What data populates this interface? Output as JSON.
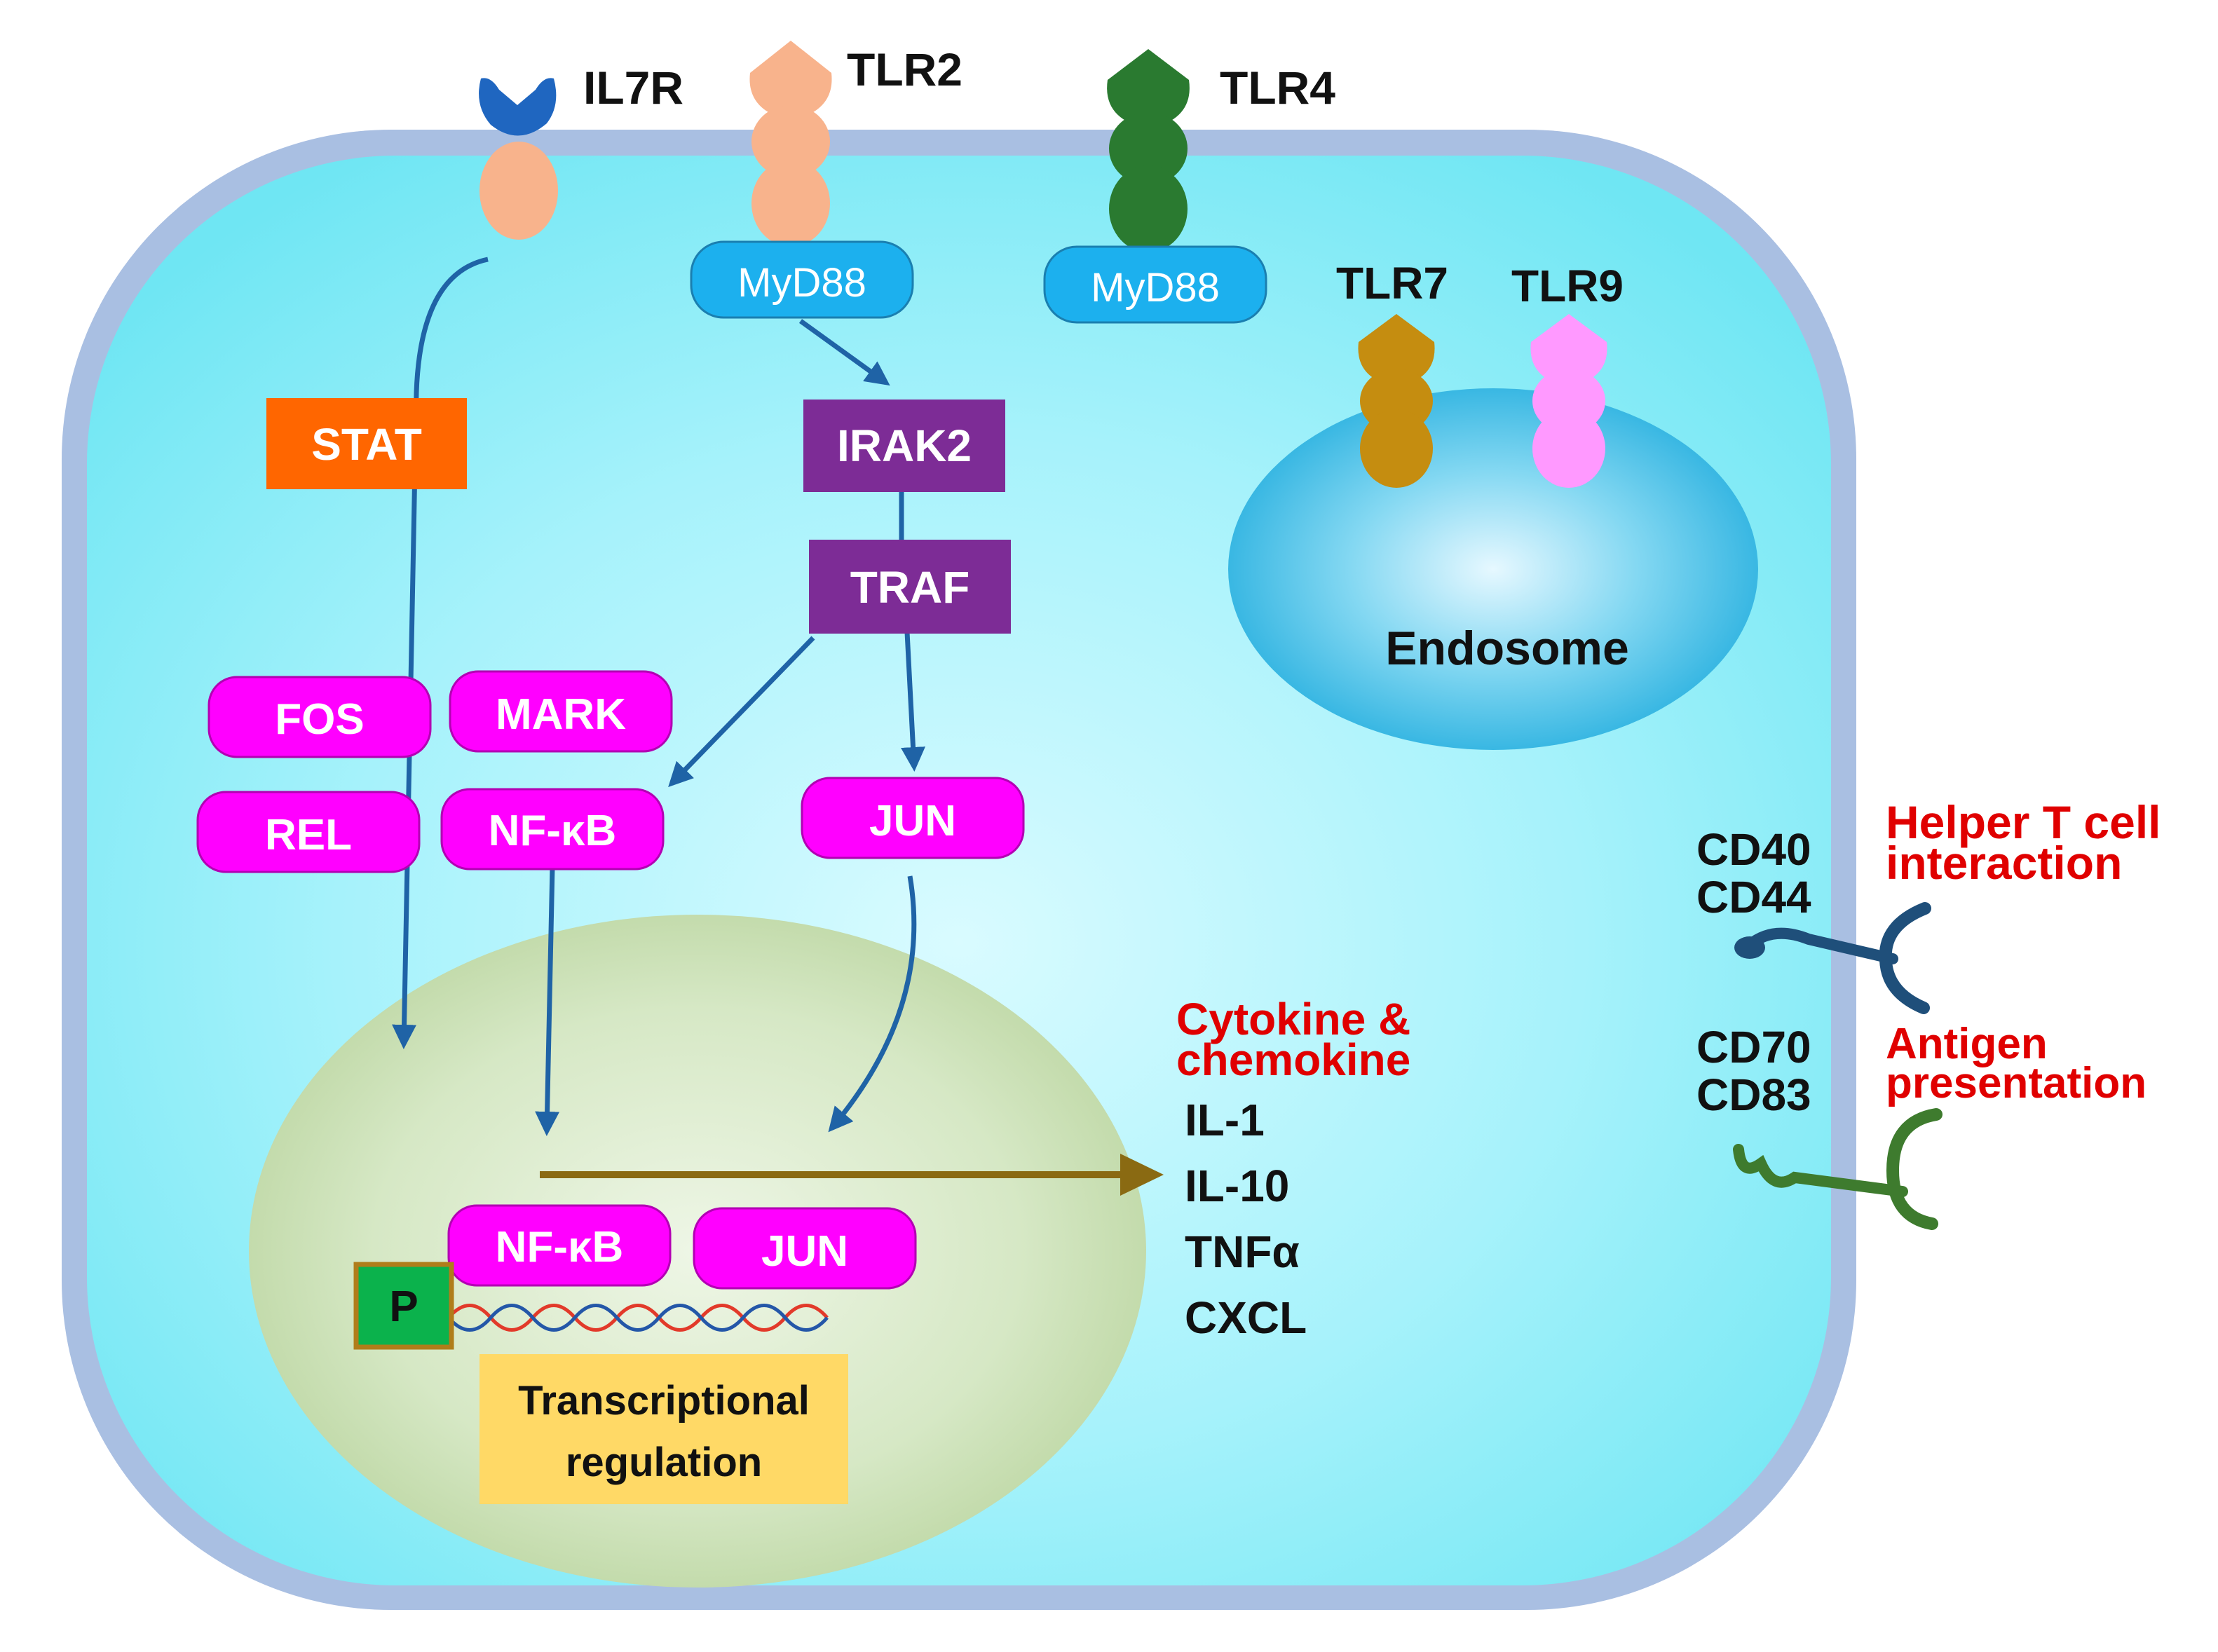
{
  "receptors": {
    "il7r": "IL7R",
    "tlr2": "TLR2",
    "tlr4": "TLR4",
    "tlr7": "TLR7",
    "tlr9": "TLR9"
  },
  "adaptors": {
    "myd88_left": "MyD88",
    "myd88_right": "MyD88"
  },
  "signaling": {
    "stat": "STAT",
    "irak2": "IRAK2",
    "traf": "TRAF",
    "fos": "FOS",
    "mark": "MARK",
    "rel": "REL",
    "nfkb": "NF-κB",
    "jun": "JUN"
  },
  "organelle": {
    "endosome": "Endosome"
  },
  "nucleus": {
    "nfkb": "NF-κB",
    "jun": "JUN",
    "p_marker": "P",
    "transcription_line1": "Transcriptional",
    "transcription_line2": "regulation"
  },
  "outputs": {
    "heading_line1": "Cytokine &",
    "heading_line2": "chemokine",
    "items": [
      "IL-1",
      "IL-10",
      "TNFα",
      "CXCL"
    ]
  },
  "surface_markers": {
    "group1_line1": "CD40",
    "group1_line2": "CD44",
    "group1_function_line1": "Helper T cell",
    "group1_function_line2": "interaction",
    "group2_line1": "CD70",
    "group2_line2": "CD83",
    "group2_function_line1": "Antigen",
    "group2_function_line2": "presentation"
  },
  "colors": {
    "membrane": "#a9bfe2",
    "cytoplasm": "#7fe9f5",
    "nucleus": "#c7ddb0",
    "endosome": "#3cc3e6",
    "stat": "#ff6600",
    "irak_traf": "#7d2c96",
    "tf_pill": "#ff00ff",
    "myd88": "#1cb0ee",
    "arrow": "#1f63a6",
    "export_arrow": "#8a6a12",
    "il7r_cap": "#1f66c0",
    "tlr2": "#f8b38c",
    "tlr4": "#2a7a30",
    "tlr7": "#c58d10",
    "tlr9": "#ff99ff",
    "p_box": "#0bb24c",
    "transcription_box": "#ffd966",
    "function_text": "#e00000",
    "cd40_receptor": "#1f4f7a",
    "cd70_receptor": "#3e7b2e"
  }
}
